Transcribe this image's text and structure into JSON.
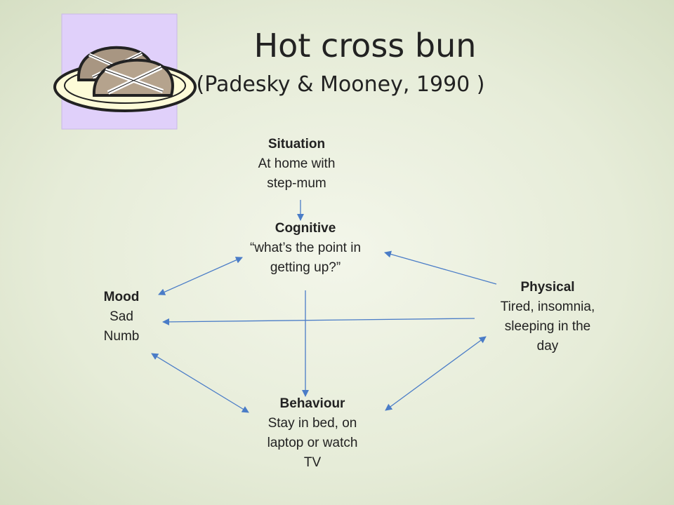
{
  "title": "Hot cross bun",
  "subtitle": "(Padesky & Mooney, 1990 )",
  "clipart": {
    "icon": "hot-cross-bun-icon",
    "panel_color": "#e0d0fa"
  },
  "nodes": {
    "situation": {
      "heading": "Situation",
      "lines": [
        "At home with",
        "step-mum"
      ]
    },
    "cognitive": {
      "heading": "Cognitive",
      "lines": [
        "“what’s the point in",
        "getting up?”"
      ]
    },
    "mood": {
      "heading": "Mood",
      "lines": [
        "Sad",
        "Numb"
      ]
    },
    "physical": {
      "heading": "Physical",
      "lines": [
        "Tired, insomnia,",
        "sleeping in the",
        "day"
      ]
    },
    "behaviour": {
      "heading": "Behaviour",
      "lines": [
        "Stay in bed, on",
        "laptop or watch",
        "TV"
      ]
    }
  },
  "connections": [
    {
      "from": "situation",
      "to": "cognitive",
      "direction": "one-way"
    },
    {
      "from": "mood",
      "to": "cognitive",
      "direction": "two-way"
    },
    {
      "from": "physical",
      "to": "cognitive",
      "direction": "one-way"
    },
    {
      "from": "physical",
      "to": "mood",
      "direction": "one-way"
    },
    {
      "from": "cognitive",
      "to": "behaviour",
      "direction": "one-way"
    },
    {
      "from": "mood",
      "to": "behaviour",
      "direction": "two-way"
    },
    {
      "from": "behaviour",
      "to": "physical",
      "direction": "two-way"
    }
  ],
  "colors": {
    "arrow": "#4a7cc7",
    "text": "#222222"
  }
}
